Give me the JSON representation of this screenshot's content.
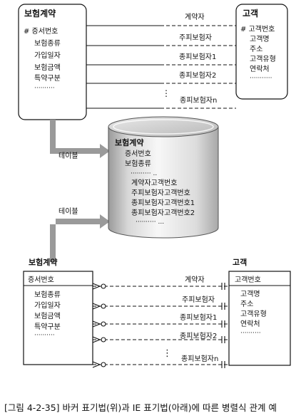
{
  "barker": {
    "entity1": {
      "title": "보험계약",
      "attributes": [
        "# 증서번호",
        "보험종류",
        "가입일자",
        "보험금액",
        "특약구분",
        "··········"
      ]
    },
    "entity2": {
      "title": "고객",
      "attributes": [
        "# 고객번호",
        "고객명",
        "주소",
        "고객유형",
        "연락처",
        "···········"
      ]
    },
    "relationships": [
      "계약자",
      "주피보험자",
      "종피보험자1",
      "종피보험자2",
      "종피보험자n"
    ],
    "dots": "⋮"
  },
  "table": {
    "arrow_label_top": "테이블",
    "arrow_label_bottom": "테이블",
    "title": "보험계약",
    "columns": [
      "증서번호",
      "보험종류",
      "·········· ..",
      "계약자고객번호",
      "주피보험자고객번호",
      "종피보험자고객번호1",
      "종피보험자고객번호2",
      "··········  ..."
    ]
  },
  "ie": {
    "entity1": {
      "title": "보험계약",
      "key": "증서번호",
      "attributes": [
        "보험종류",
        "가입일자",
        "보험금액",
        "특약구분",
        "··········"
      ]
    },
    "entity2": {
      "title": "고객",
      "key": "고객번호",
      "attributes": [
        "고객명",
        "주소",
        "고객유형",
        "연락처",
        "··········"
      ]
    },
    "relationships": [
      "계약자",
      "주피보험자",
      "종피보험자1",
      "종피보험자2",
      "종피보험자n"
    ],
    "dots": "⋮"
  },
  "caption": "[그림 4-2-35] 바커 표기법(위)과 IE 표기법(아래)에 따른 병렬식 관계 예"
}
